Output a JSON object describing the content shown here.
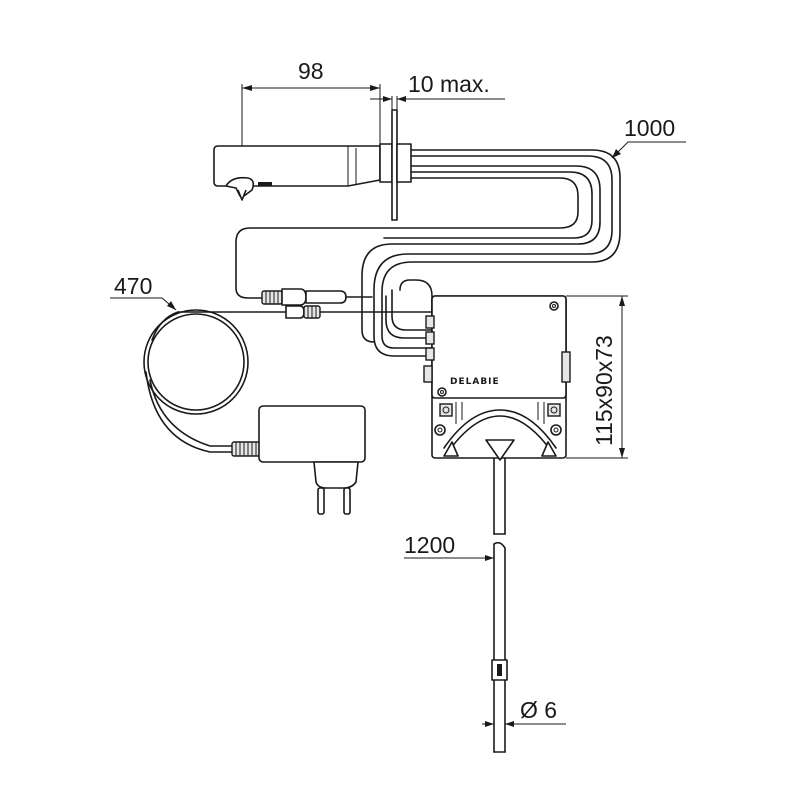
{
  "dimensions": {
    "spout_length": "98",
    "wall_thickness": "10 max.",
    "hose_length": "1000",
    "adapter_cable_length": "470",
    "box_size": "115x90x73",
    "supply_hose_length": "1200",
    "supply_hose_diameter": "Ø 6"
  },
  "brand": {
    "logo_text": "DELABIE"
  },
  "colors": {
    "line": "#1a1a1a",
    "background": "#ffffff"
  }
}
